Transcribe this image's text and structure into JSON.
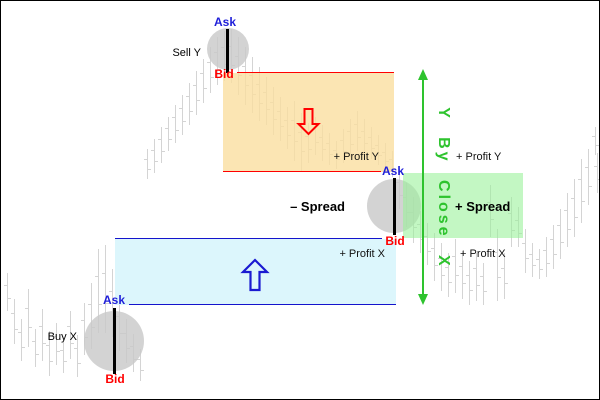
{
  "colors": {
    "accent_green": "#2EC32E",
    "line_red": "#FF0000",
    "line_blue": "#1414CC",
    "ask_blue": "#1F1FD9",
    "zone_sell_fill": "#FBE7BA",
    "zone_buy_fill": "#E3F8FD",
    "zone_spread_fill": "#AFF5AF",
    "circle_gray": "#CFCFCF",
    "candle_gray": "#D4D4D4"
  },
  "sell_group": {
    "side_label": "Sell Y",
    "ask": "Ask",
    "bid": "Bid"
  },
  "close_group": {
    "ask": "Ask",
    "bid": "Bid"
  },
  "buy_group": {
    "side_label": "Buy X",
    "ask": "Ask",
    "bid": "Bid"
  },
  "zones": {
    "profit_y_inner": "+ Profit Y",
    "profit_x_inner": "+ Profit X",
    "profit_y_right": "+ Profit Y",
    "profit_x_right": "+ Profit X",
    "minus_spread": "– Spread",
    "plus_spread": "+ Spread",
    "close_axis": "Y By Close X"
  },
  "background_bars": [
    [
      6,
      272,
      38
    ],
    [
      13,
      298,
      45
    ],
    [
      20,
      318,
      42
    ],
    [
      27,
      288,
      58
    ],
    [
      34,
      328,
      38
    ],
    [
      41,
      308,
      52
    ],
    [
      48,
      330,
      45
    ],
    [
      55,
      322,
      42
    ],
    [
      62,
      338,
      34
    ],
    [
      69,
      310,
      48
    ],
    [
      76,
      334,
      42
    ],
    [
      83,
      302,
      52
    ],
    [
      90,
      282,
      66
    ],
    [
      97,
      248,
      84
    ],
    [
      104,
      244,
      88
    ],
    [
      111,
      268,
      68
    ],
    [
      118,
      298,
      52
    ],
    [
      125,
      318,
      44
    ],
    [
      132,
      333,
      38
    ],
    [
      139,
      348,
      32
    ],
    [
      146,
      148,
      30
    ],
    [
      153,
      138,
      34
    ],
    [
      160,
      126,
      36
    ],
    [
      167,
      116,
      34
    ],
    [
      174,
      104,
      38
    ],
    [
      181,
      94,
      40
    ],
    [
      188,
      82,
      42
    ],
    [
      195,
      70,
      44
    ],
    [
      202,
      58,
      44
    ],
    [
      209,
      46,
      46
    ],
    [
      216,
      36,
      48
    ],
    [
      223,
      30,
      50
    ],
    [
      230,
      28,
      54
    ],
    [
      237,
      36,
      58
    ],
    [
      244,
      46,
      58
    ],
    [
      251,
      56,
      56
    ],
    [
      258,
      66,
      54
    ],
    [
      265,
      76,
      48
    ],
    [
      272,
      86,
      48
    ],
    [
      279,
      96,
      44
    ],
    [
      286,
      106,
      42
    ],
    [
      293,
      100,
      60
    ],
    [
      300,
      112,
      58
    ],
    [
      307,
      122,
      40
    ],
    [
      314,
      116,
      38
    ],
    [
      321,
      124,
      36
    ],
    [
      328,
      132,
      32
    ],
    [
      335,
      140,
      28
    ],
    [
      342,
      128,
      34
    ],
    [
      349,
      118,
      38
    ],
    [
      356,
      110,
      40
    ],
    [
      363,
      118,
      36
    ],
    [
      370,
      126,
      32
    ],
    [
      377,
      134,
      30
    ],
    [
      384,
      142,
      28
    ],
    [
      391,
      150,
      26
    ],
    [
      398,
      168,
      40
    ],
    [
      405,
      182,
      44
    ],
    [
      412,
      196,
      46
    ],
    [
      419,
      210,
      42
    ],
    [
      426,
      222,
      42
    ],
    [
      433,
      232,
      48
    ],
    [
      440,
      242,
      48
    ],
    [
      447,
      252,
      44
    ],
    [
      454,
      238,
      54
    ],
    [
      461,
      250,
      48
    ],
    [
      468,
      260,
      44
    ],
    [
      475,
      252,
      48
    ],
    [
      482,
      262,
      42
    ],
    [
      489,
      184,
      52
    ],
    [
      496,
      228,
      72
    ],
    [
      503,
      252,
      46
    ],
    [
      510,
      196,
      50
    ],
    [
      517,
      206,
      40
    ],
    [
      524,
      228,
      44
    ],
    [
      531,
      242,
      34
    ],
    [
      538,
      248,
      30
    ],
    [
      545,
      236,
      40
    ],
    [
      552,
      224,
      44
    ],
    [
      559,
      208,
      50
    ],
    [
      566,
      192,
      54
    ],
    [
      573,
      178,
      58
    ],
    [
      580,
      158,
      64
    ],
    [
      587,
      148,
      56
    ],
    [
      594,
      126,
      28
    ],
    [
      596,
      152,
      40
    ]
  ]
}
